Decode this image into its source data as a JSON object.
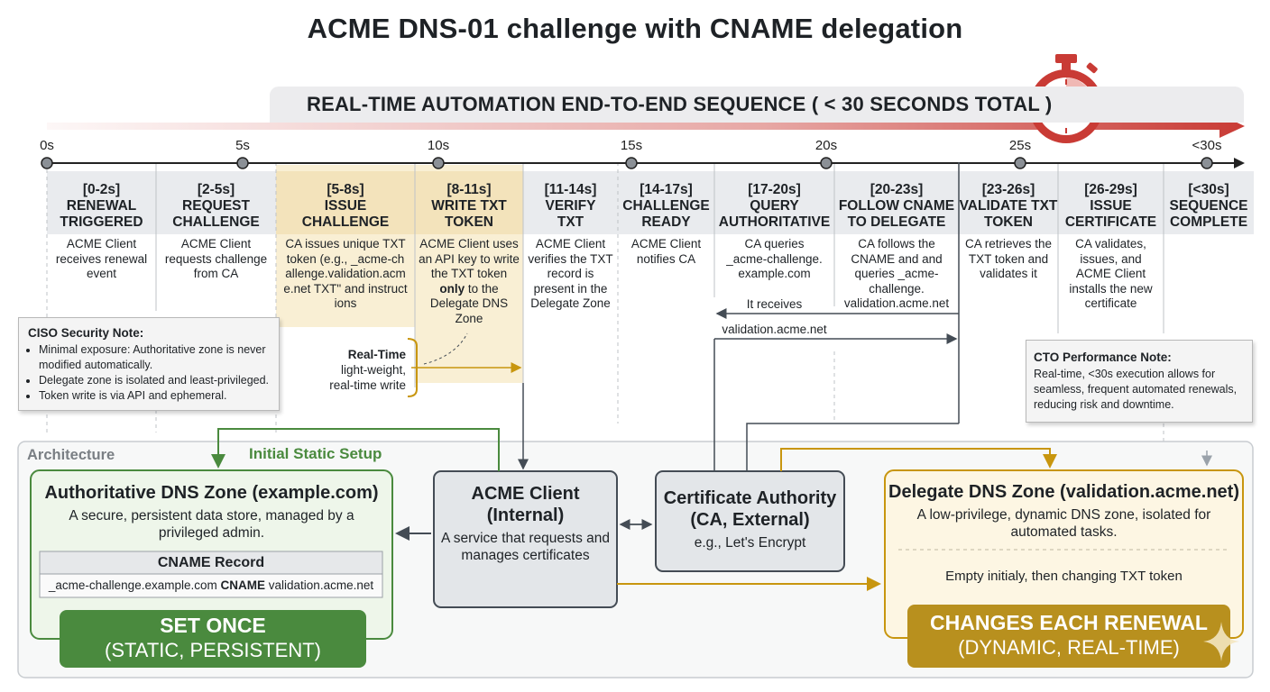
{
  "title": "ACME DNS-01 challenge with CNAME delegation",
  "banner": "REAL-TIME AUTOMATION END-TO-END SEQUENCE ( < 30 SECONDS TOTAL )",
  "ticks": [
    "0s",
    "5s",
    "10s",
    "15s",
    "20s",
    "25s",
    "<30s"
  ],
  "stages": [
    {
      "range": "[0-2s]",
      "name": "RENEWAL TRIGGERED",
      "desc": "ACME Client receives renewal event"
    },
    {
      "range": "[2-5s]",
      "name": "REQUEST CHALLENGE",
      "desc": "ACME Client requests challenge from CA"
    },
    {
      "range": "[5-8s]",
      "name": "ISSUE CHALLENGE",
      "desc": "CA issues unique TXT token (e.g., _acme-challenge.validation.acme.net TXT\" and instructions"
    },
    {
      "range": "[8-11s]",
      "name": "WRITE TXT TOKEN",
      "desc_pre": "ACME Client uses an API key to write the TXT token",
      "desc_bold": "only",
      "desc_post": "to the Delegate DNS Zone"
    },
    {
      "range": "[11-14s]",
      "name": "VERIFY TXT",
      "desc": "ACME Client verifies the TXT record is present in the Delegate Zone"
    },
    {
      "range": "[14-17s]",
      "name": "CHALLENGE READY",
      "desc": "ACME Client notifies CA"
    },
    {
      "range": "[17-20s]",
      "name": "QUERY AUTHORITATIVE",
      "desc": "CA queries _acme-challenge. example.com"
    },
    {
      "range": "[20-23s]",
      "name": "FOLLOW CNAME TO DELEGATE",
      "desc": "CA follows the CNAME and and queries _acme-challenge. validation.acme.net"
    },
    {
      "range": "[23-26s]",
      "name": "VALIDATE TXT TOKEN",
      "desc": "CA retrieves the TXT token and validates it"
    },
    {
      "range": "[26-29s]",
      "name": "ISSUE CERTIFICATE",
      "desc": "CA validates, issues, and ACME Client installs the new certificate"
    },
    {
      "range": "[<30s]",
      "name": "SEQUENCE COMPLETE",
      "desc": ""
    }
  ],
  "arrow_labels": {
    "receives": "It receives",
    "validation": "validation.acme.net"
  },
  "realtime": {
    "title": "Real-Time",
    "line1": "light-weight,",
    "line2": "real-time write"
  },
  "ciso_note": {
    "title": "CISO Security Note:",
    "items": [
      "Minimal exposure: Authoritative zone is never modified automatically.",
      "Delegate zone is isolated and least-privileged.",
      "Token write is via API and ephemeral."
    ]
  },
  "cto_note": {
    "title": "CTO Performance Note:",
    "text": "Real-time, <30s execution allows for seamless, frequent automated renewals, reducing risk and downtime."
  },
  "architecture": {
    "label": "Architecture",
    "static_setup": "Initial Static Setup",
    "auth_zone": {
      "title": "Authoritative DNS Zone (example.com)",
      "desc": "A secure, persistent data store, managed by a privileged admin.",
      "record_title": "CNAME Record",
      "record_name": "_acme-challenge.example.com",
      "record_type": "CNAME",
      "record_target": "validation.acme.net",
      "badge_main": "SET ONCE",
      "badge_sub": "(STATIC, PERSISTENT)"
    },
    "acme_client": {
      "title": "ACME Client (Internal)",
      "desc": "A service that requests and manages certificates"
    },
    "ca": {
      "title": "Certificate Authority (CA, External)",
      "desc": "e.g., Let's Encrypt"
    },
    "delegate_zone": {
      "title": "Delegate DNS Zone (validation.acme.net)",
      "desc": "A low-privilege, dynamic DNS zone, isolated for automated tasks.",
      "content": "Empty initialy, then changing TXT token",
      "badge_main": "CHANGES EACH RENEWAL",
      "badge_sub": "(DYNAMIC, REAL-TIME)"
    }
  },
  "colors": {
    "green": "#4a8a3e",
    "green_bg": "#eef6ea",
    "gold": "#c8960f",
    "gold_bg": "#fdf6e3",
    "gold_badge": "#b8901e",
    "red": "#c93b35",
    "gray_box": "#e5e8eb",
    "navy": "#3f4954"
  }
}
